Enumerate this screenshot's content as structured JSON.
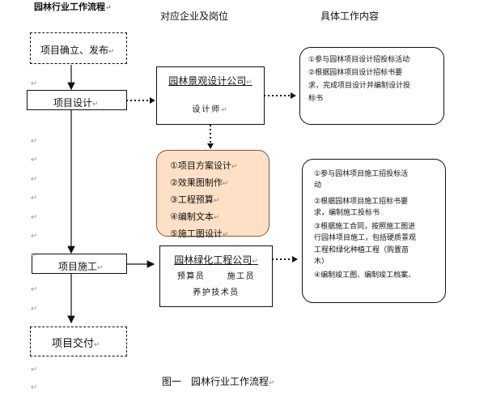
{
  "header": {
    "title": "园林行业工作流程",
    "col_company": "对应企业及岗位",
    "col_content": "具体工作内容"
  },
  "flow": {
    "step1": "项目确立、发布",
    "step2": "项目设计",
    "step3": "项目施工",
    "step4": "项目交付"
  },
  "design_company": {
    "name": "园林景观设计公司",
    "role": "设计师"
  },
  "design_tasks": {
    "items": [
      "①项目方案设计",
      "②效果图制作",
      "③工程预算",
      "④编制文本",
      "⑤施工图设计"
    ]
  },
  "design_content": {
    "line1": "①参与园林项目设计招投标活动",
    "line2": "②根据园林项目设计招标书要",
    "line3": "求，完成项目设计并编制设计投",
    "line4": "标书"
  },
  "construction_company": {
    "name": "园林绿化工程公司",
    "role1": "预算员",
    "role2": "施工员",
    "role3": "养护技术员"
  },
  "construction_content": {
    "line1": "①参与园林项目施工招投标活",
    "line2": "动",
    "line3": "②根据园林项目施工招标书要",
    "line4": "求，编制施工投标书",
    "line5": "③根据施工合同，按照施工图进",
    "line6": "行园林项目施工，包括硬质景观",
    "line7": "工程和绿化种植工程（购置苗",
    "line8": "木）",
    "line9": "④编制竣工图、编制竣工档案、"
  },
  "caption": "图一　园林行业工作流程",
  "colors": {
    "task_fill": "#fde0c6",
    "task_border": "#7a5a3a",
    "line": "#111111"
  },
  "icons": {
    "paragraph_mark": "↵"
  }
}
